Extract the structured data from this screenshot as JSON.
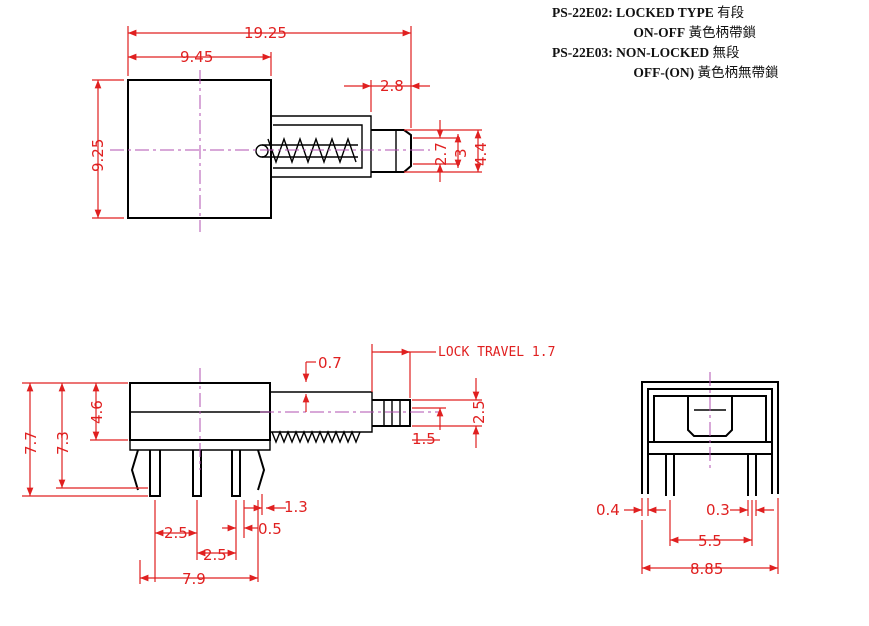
{
  "legend": {
    "rows": [
      {
        "code": "PS-22E02:",
        "label": "LOCKED  TYPE",
        "cn": "有段"
      },
      {
        "code": "",
        "label": "ON-OFF",
        "cn": "黃色柄帶鎖"
      },
      {
        "code": "PS-22E03:",
        "label": "NON-LOCKED",
        "cn": "無段"
      },
      {
        "code": "",
        "label": "OFF-(ON)",
        "cn": "黃色柄無帶鎖"
      }
    ]
  },
  "top_view": {
    "dims": {
      "overall_length": "19.25",
      "body_length": "9.45",
      "plunger_extension": "2.8",
      "body_height": "9.25",
      "plunger_tip_a": "2.7",
      "plunger_tip_b": "3",
      "plunger_tip_c": "4.4"
    }
  },
  "side_view": {
    "dims": {
      "overall_height": "7.7",
      "body_to_pin": "7.3",
      "body_height": "4.6",
      "offset": "0.7",
      "lock_travel": "LOCK TRAVEL 1.7",
      "plunger_dia": "2.5",
      "plunger_tip": "1.5",
      "pin_width": "1.3",
      "pin_pitch_1": "2.5",
      "pin_gap": "0.5",
      "pin_pitch_2": "2.5",
      "pin_span": "7.9"
    }
  },
  "end_view": {
    "dims": {
      "bracket_thickness": "0.4",
      "pin_thickness": "0.3",
      "pin_spacing": "5.5",
      "overall_width": "8.85"
    }
  }
}
